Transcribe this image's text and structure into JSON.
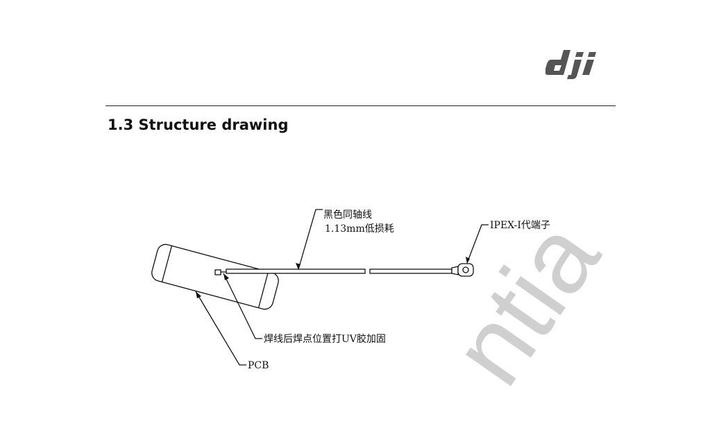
{
  "header": {
    "logo_text": "dji",
    "section_title": "1.3 Structure drawing"
  },
  "drawing": {
    "label_cable_line1": "黑色同轴线",
    "label_cable_line2": "1.13mm低损耗",
    "label_connector": "IPEX-I代端子",
    "label_solder": "焊线后焊点位置打UV胶加固",
    "label_pcb": "PCB"
  },
  "watermark": {
    "text": "ntia"
  },
  "colors": {
    "line": "#111111",
    "watermark": "#cfcfcf"
  }
}
